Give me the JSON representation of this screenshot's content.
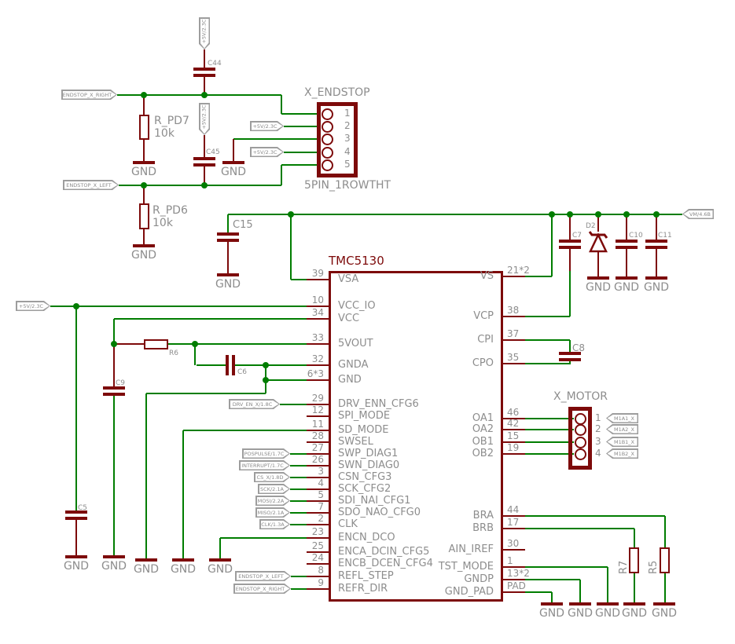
{
  "ic": {
    "name": "TMC5130",
    "left_pins": [
      {
        "num": "39",
        "name": "VSA"
      },
      {
        "num": "10",
        "name": "VCC_IO"
      },
      {
        "num": "34",
        "name": "VCC"
      },
      {
        "num": "33",
        "name": "5VOUT"
      },
      {
        "num": "32",
        "name": "GNDA"
      },
      {
        "num": "6*3",
        "name": "GND"
      },
      {
        "num": "29",
        "name": "DRV_ENN_CFG6"
      },
      {
        "num": "12",
        "name": "SPI_MODE"
      },
      {
        "num": "11",
        "name": "SD_MODE"
      },
      {
        "num": "28",
        "name": "SWSEL"
      },
      {
        "num": "27",
        "name": "SWP_DIAG1"
      },
      {
        "num": "26",
        "name": "SWN_DIAG0"
      },
      {
        "num": "3",
        "name": "CSN_CFG3"
      },
      {
        "num": "4",
        "name": "SCK_CFG2"
      },
      {
        "num": "5",
        "name": "SDI_NAI_CFG1"
      },
      {
        "num": "7",
        "name": "SDO_NAO_CFG0"
      },
      {
        "num": "2",
        "name": "CLK"
      },
      {
        "num": "23",
        "name": "ENCN_DCO"
      },
      {
        "num": "25",
        "name": "ENCA_DCIN_CFG5"
      },
      {
        "num": "24",
        "name": "ENCB_DCEN_CFG4"
      },
      {
        "num": "8",
        "name": "REFL_STEP"
      },
      {
        "num": "9",
        "name": "REFR_DIR"
      }
    ],
    "right_pins": [
      {
        "num": "21*2",
        "name": "VS"
      },
      {
        "num": "38",
        "name": "VCP"
      },
      {
        "num": "37",
        "name": "CPI"
      },
      {
        "num": "35",
        "name": "CPO"
      },
      {
        "num": "46",
        "name": "OA1"
      },
      {
        "num": "42",
        "name": "OA2"
      },
      {
        "num": "15",
        "name": "OB1"
      },
      {
        "num": "19",
        "name": "OB2"
      },
      {
        "num": "44",
        "name": "BRA"
      },
      {
        "num": "17",
        "name": "BRB"
      },
      {
        "num": "30",
        "name": "AIN_IREF"
      },
      {
        "num": "1",
        "name": "TST_MODE"
      },
      {
        "num": "13*2",
        "name": "GNDP"
      },
      {
        "num": "PAD",
        "name": "GND_PAD"
      }
    ]
  },
  "connectors": {
    "endstop": {
      "name": "X_ENDSTOP",
      "value": "5PIN_1ROWTHT",
      "pins": [
        "1",
        "2",
        "3",
        "4",
        "5"
      ]
    },
    "motor": {
      "name": "X_MOTOR",
      "pins": [
        "1",
        "2",
        "3",
        "4"
      ]
    }
  },
  "flags": {
    "p5v": "+5V/2.3C",
    "vm": "VM/4.6B",
    "endstop_right": "ENDSTOP_X_RIGHT",
    "endstop_left": "ENDSTOP_X_LEFT",
    "drv_en": "DRV_EN_X/1.8C",
    "pospulse": "POSPULSE/1.7C",
    "interrupt": "INTERRUPT/1.7C",
    "cs": "CS_X/1.8D",
    "sck": "SCK/2.1A",
    "mosi": "MOSI/2.2A",
    "miso": "MISO/2.1A",
    "clk": "CLK/1.3A",
    "m1a1": "M1A1_X",
    "m1a2": "M1A2_X",
    "m1b1": "M1B1_X",
    "m1b2": "M1B2_X"
  },
  "parts": {
    "c44": "C44",
    "c45": "C45",
    "c15": "C15",
    "c5": "C5",
    "c6": "C6",
    "c7": "C7",
    "c8": "C8",
    "c9": "C9",
    "c10": "C10",
    "c11": "C11",
    "d2": "D2",
    "r6": "R6",
    "r7": "R7",
    "r5": "R5",
    "r_pd7": {
      "ref": "R_PD7",
      "value": "10k"
    },
    "r_pd6": {
      "ref": "R_PD6",
      "value": "10k"
    }
  },
  "labels": {
    "gnd": "GND"
  }
}
